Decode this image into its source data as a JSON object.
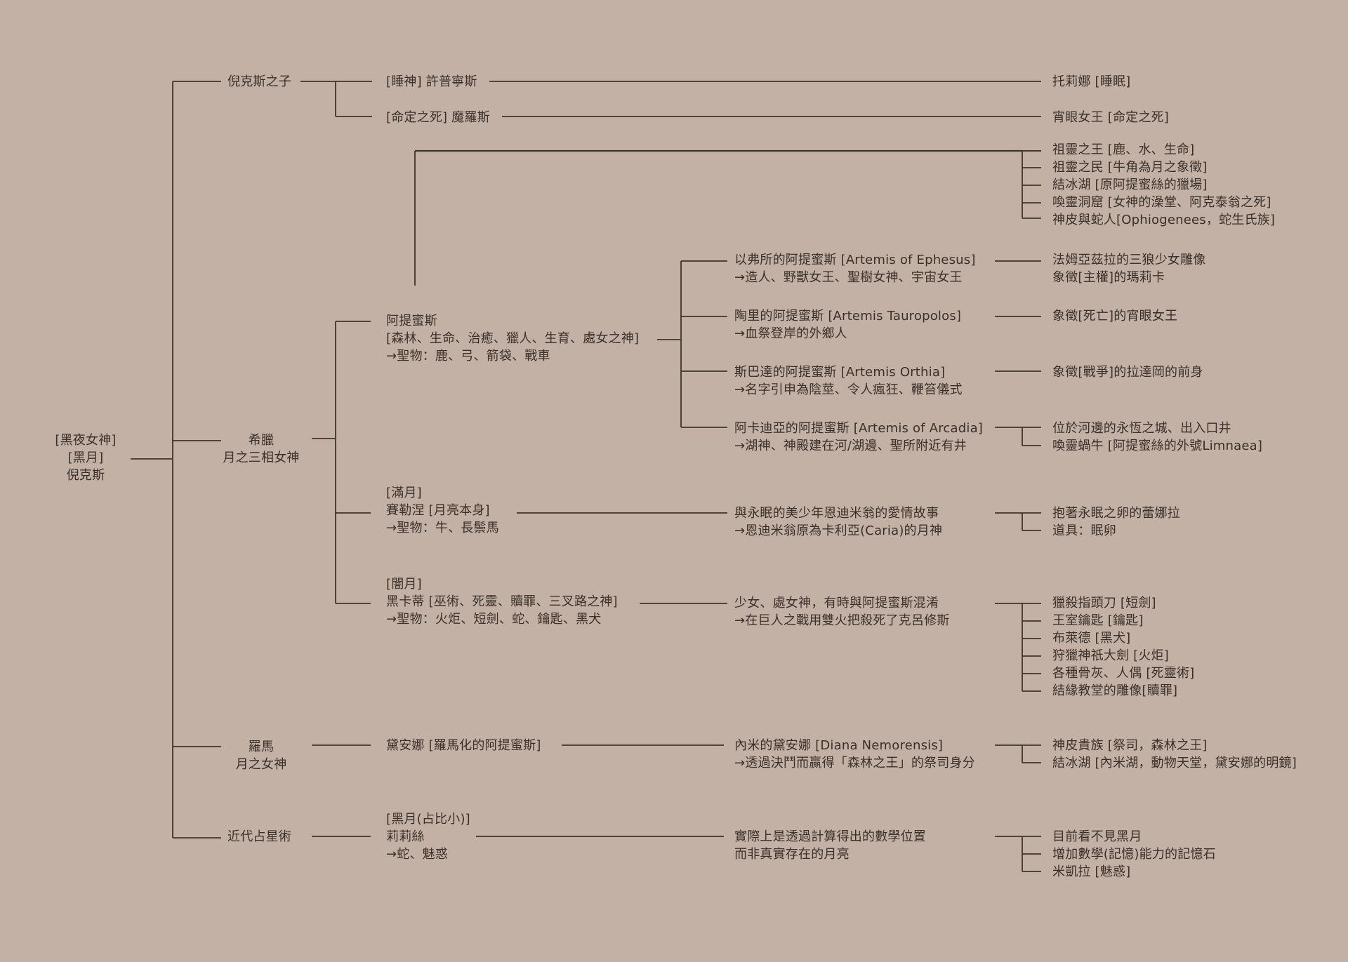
{
  "root": {
    "lines": [
      "[黑夜女神]",
      "[黑月]",
      "倪克斯"
    ]
  },
  "children_of_nyx": {
    "label": "倪克斯之子",
    "hypnos": {
      "label": "[睡神] 許普寧斯",
      "target": "托莉娜 [睡眠]"
    },
    "moros": {
      "label": "[命定之死] 魔羅斯",
      "target": "宵眼女王 [命定之死]"
    }
  },
  "ancestral": {
    "items": [
      "祖靈之王 [鹿、水、生命]",
      "祖靈之民 [牛角為月之象徵]",
      "結冰湖 [原阿提蜜絲的獵場]",
      "喚靈洞窟 [女神的澡堂、阿克泰翁之死]",
      "神皮與蛇人[Ophiogenees，蛇生氏族]"
    ]
  },
  "greece": {
    "lines": [
      "希臘",
      "月之三相女神"
    ],
    "artemis": {
      "lines": [
        "阿提蜜斯",
        "[森林、生命、治癒、獵人、生育、處女之神]",
        "→聖物：鹿、弓、箭袋、戰車"
      ],
      "ephesus": {
        "lines": [
          "以弗所的阿提蜜斯  [Artemis of Ephesus]",
          "→造人、野獸女王、聖樹女神、宇宙女王"
        ],
        "targets": [
          "法姆亞茲拉的三狼少女雕像",
          "象徵[主權]的瑪莉卡"
        ]
      },
      "tauropolos": {
        "lines": [
          "陶里的阿提蜜斯  [Artemis Tauropolos]",
          "→血祭登岸的外鄉人"
        ],
        "targets": [
          "象徵[死亡]的宵眼女王"
        ]
      },
      "orthia": {
        "lines": [
          "斯巴達的阿提蜜斯  [Artemis Orthia]",
          "→名字引申為陰莖、令人瘋狂、鞭笞儀式"
        ],
        "targets": [
          "象徵[戰爭]的拉達岡的前身"
        ]
      },
      "arcadia": {
        "lines": [
          "阿卡迪亞的阿提蜜斯  [Artemis of Arcadia]",
          "→湖神、神殿建在河/湖邊、聖所附近有井"
        ],
        "targets": [
          "位於河邊的永恆之城、出入口井",
          "喚靈蝸牛 [阿提蜜絲的外號Limnaea]"
        ]
      }
    },
    "selene": {
      "lines": [
        "[滿月]",
        "賽勒涅  [月亮本身]",
        "→聖物：牛、長鬃馬"
      ],
      "story": [
        "與永眠的美少年恩迪米翁的愛情故事",
        "→恩迪米翁原為卡利亞(Caria)的月神"
      ],
      "targets": [
        "抱著永眠之卵的蕾娜拉",
        "道具：眠卵"
      ]
    },
    "hecate": {
      "lines": [
        "[闇月]",
        "黑卡蒂 [巫術、死靈、贖罪、三叉路之神]",
        "→聖物：火炬、短劍、蛇、鑰匙、黑犬"
      ],
      "story": [
        "少女、處女神，有時與阿提蜜斯混淆",
        "→在巨人之戰用雙火把殺死了克呂修斯"
      ],
      "targets": [
        "獵殺指頭刀 [短劍]",
        "王室鑰匙 [鑰匙]",
        "布萊德 [黑犬]",
        "狩獵神祇大劍 [火炬]",
        "各種骨灰、人偶 [死靈術]",
        "結緣教堂的雕像[贖罪]"
      ]
    }
  },
  "rome": {
    "lines": [
      "羅馬",
      "月之女神"
    ],
    "diana": {
      "label": "黛安娜  [羅馬化的阿提蜜斯]"
    },
    "nemorensis": {
      "lines": [
        "內米的黛安娜  [Diana Nemorensis]",
        "→透過決鬥而贏得「森林之王」的祭司身分"
      ]
    },
    "targets": [
      "神皮貴族 [祭司，森林之王]",
      "結冰湖 [內米湖，動物天堂，黛安娜的明鏡]"
    ]
  },
  "astrology": {
    "label": "近代占星術",
    "lilith": {
      "lines": [
        "[黑月(占比小)]",
        "莉莉絲",
        "→蛇、魅惑"
      ]
    },
    "note": {
      "lines": [
        "實際上是透過計算得出的數學位置",
        "而非真實存在的月亮"
      ]
    },
    "targets": [
      "目前看不見黑月",
      "增加數學(記憶)能力的記憶石",
      "米凱拉 [魅惑]"
    ]
  }
}
